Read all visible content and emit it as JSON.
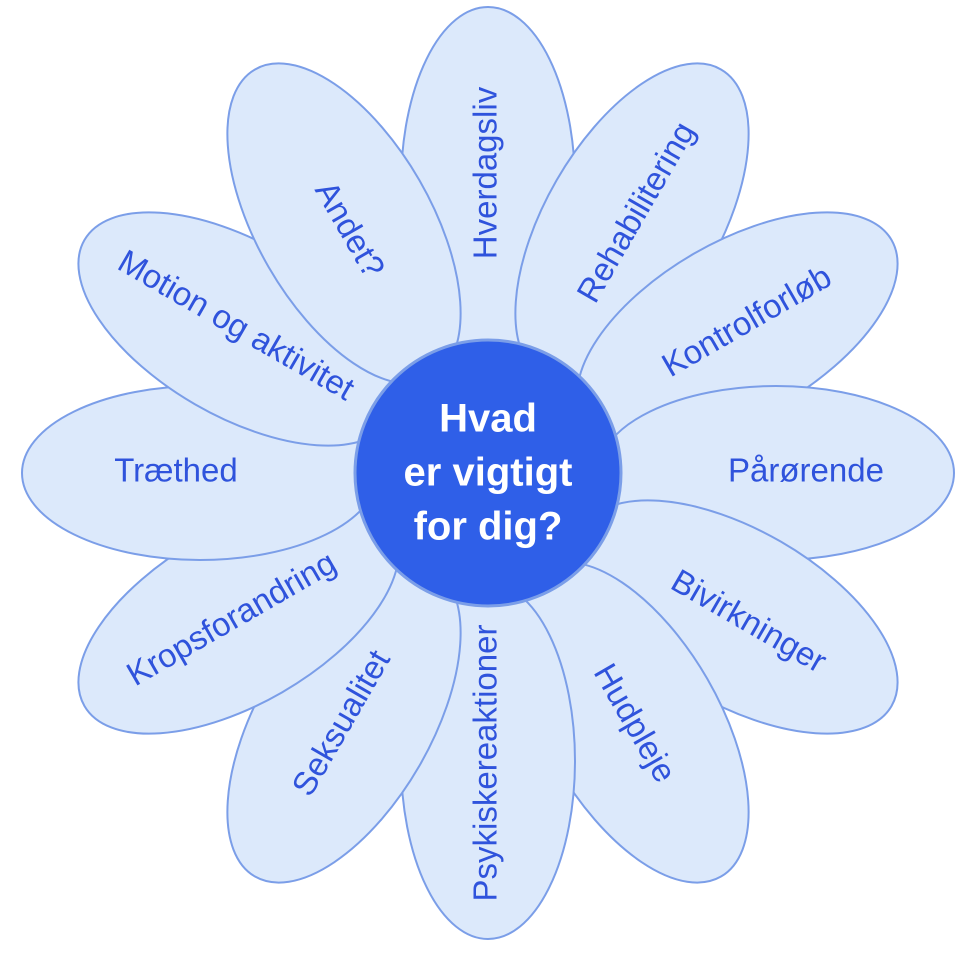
{
  "center": {
    "lines": [
      "Hvad",
      "er vigtigt",
      "for dig?"
    ]
  },
  "petals": [
    {
      "label": "Hverdagsliv"
    },
    {
      "label": "Rehabilitering"
    },
    {
      "label": "Kontrolforløb"
    },
    {
      "label": "Pårørende"
    },
    {
      "label": "Bivirkninger"
    },
    {
      "label": "Hudpleje"
    },
    {
      "label": "Psykiskereaktioner"
    },
    {
      "label": "Seksualitet"
    },
    {
      "label": "Kropsforandring"
    },
    {
      "label": "Træthed"
    },
    {
      "label": "Motion og aktivitet"
    },
    {
      "label": "Andet?"
    }
  ],
  "colors": {
    "petal_fill": "#dce9fb",
    "petal_stroke": "#7b9ee8",
    "petal_text": "#2f53dc",
    "center_fill": "#2f5fe8",
    "center_text": "#ffffff"
  }
}
